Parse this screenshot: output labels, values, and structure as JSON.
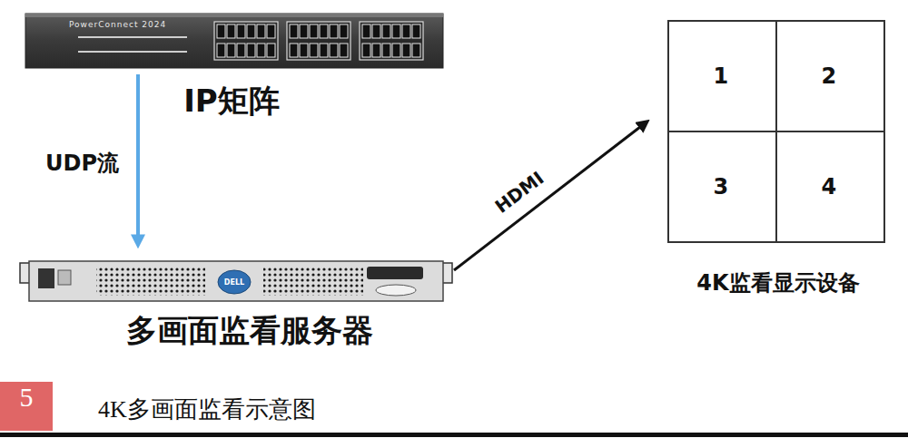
{
  "diagram": {
    "caption": "4K多画面监看示意图",
    "nodes": [
      {
        "text": [
          "IP矩阵"
        ]
      },
      {
        "text": [
          "多画面监看服务器"
        ]
      },
      {
        "text": [
          "4K监看显示设备"
        ]
      },
      {
        "text": [
          "1"
        ],
        "in": 2
      },
      {
        "text": [
          "2"
        ],
        "in": 2
      },
      {
        "text": [
          "3"
        ],
        "in": 2
      },
      {
        "text": [
          "4"
        ],
        "in": 2
      }
    ],
    "edges": [
      {
        "from": 0,
        "to": 1,
        "label": "UDP流",
        "arrow": "to"
      },
      {
        "from": 1,
        "to": 2,
        "label": "HDMI",
        "arrow": "to"
      }
    ],
    "labels": [
      "5",
      "PowerConnect 2024",
      "DELL"
    ]
  }
}
